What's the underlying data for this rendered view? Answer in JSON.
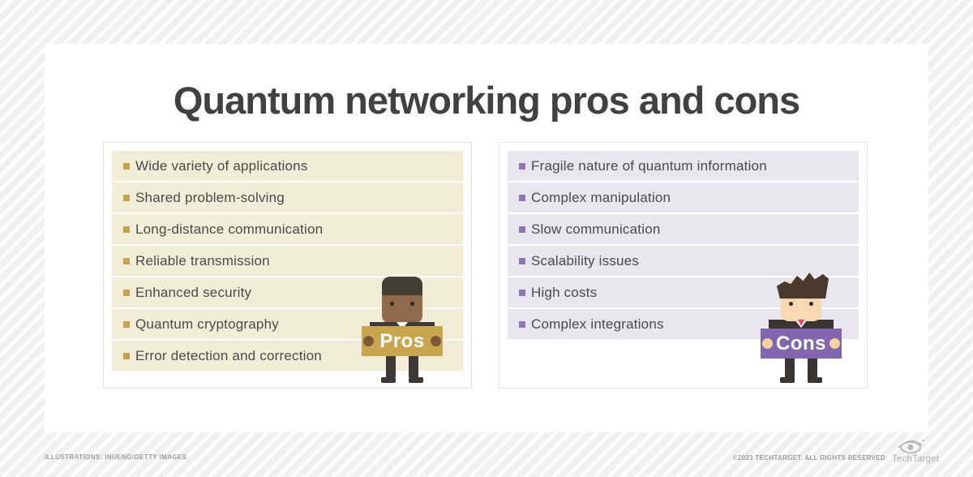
{
  "title": "Quantum networking pros and cons",
  "pros": {
    "sign_label": "Pros",
    "items": [
      "Wide variety of applications",
      "Shared problem-solving",
      "Long-distance communication",
      "Reliable transmission",
      "Enhanced security",
      "Quantum cryptography",
      "Error detection and correction"
    ]
  },
  "cons": {
    "sign_label": "Cons",
    "items": [
      "Fragile nature of quantum information",
      "Complex manipulation",
      "Slow communication",
      "Scalability issues",
      "High costs",
      "Complex integrations"
    ]
  },
  "footer": {
    "credits": "ILLUSTRATIONS: INUENG/GETTY IMAGES",
    "copyright": "©2023 TECHTARGET. ALL RIGHTS RESERVED",
    "brand": "TechTarget"
  },
  "colors": {
    "title": "#414042",
    "pros_row_bg": "#f3edd8",
    "pros_bullet": "#c5a251",
    "pros_sign": "#c9a54e",
    "cons_row_bg": "#e9e5f1",
    "cons_bullet": "#8e76b4",
    "cons_sign": "#8166ad",
    "background_stripe": "#f1f1f1"
  }
}
